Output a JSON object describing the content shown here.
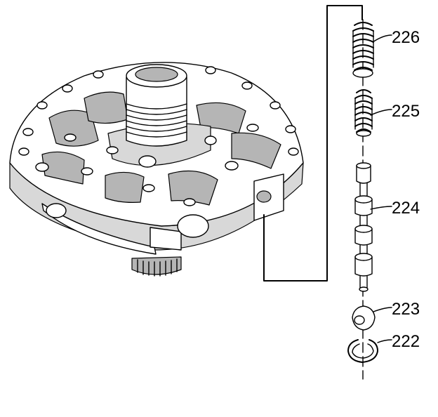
{
  "parts": [
    {
      "id": "222",
      "label": "222"
    },
    {
      "id": "223",
      "label": "223"
    },
    {
      "id": "224",
      "label": "224"
    },
    {
      "id": "225",
      "label": "225"
    },
    {
      "id": "226",
      "label": "226"
    }
  ]
}
